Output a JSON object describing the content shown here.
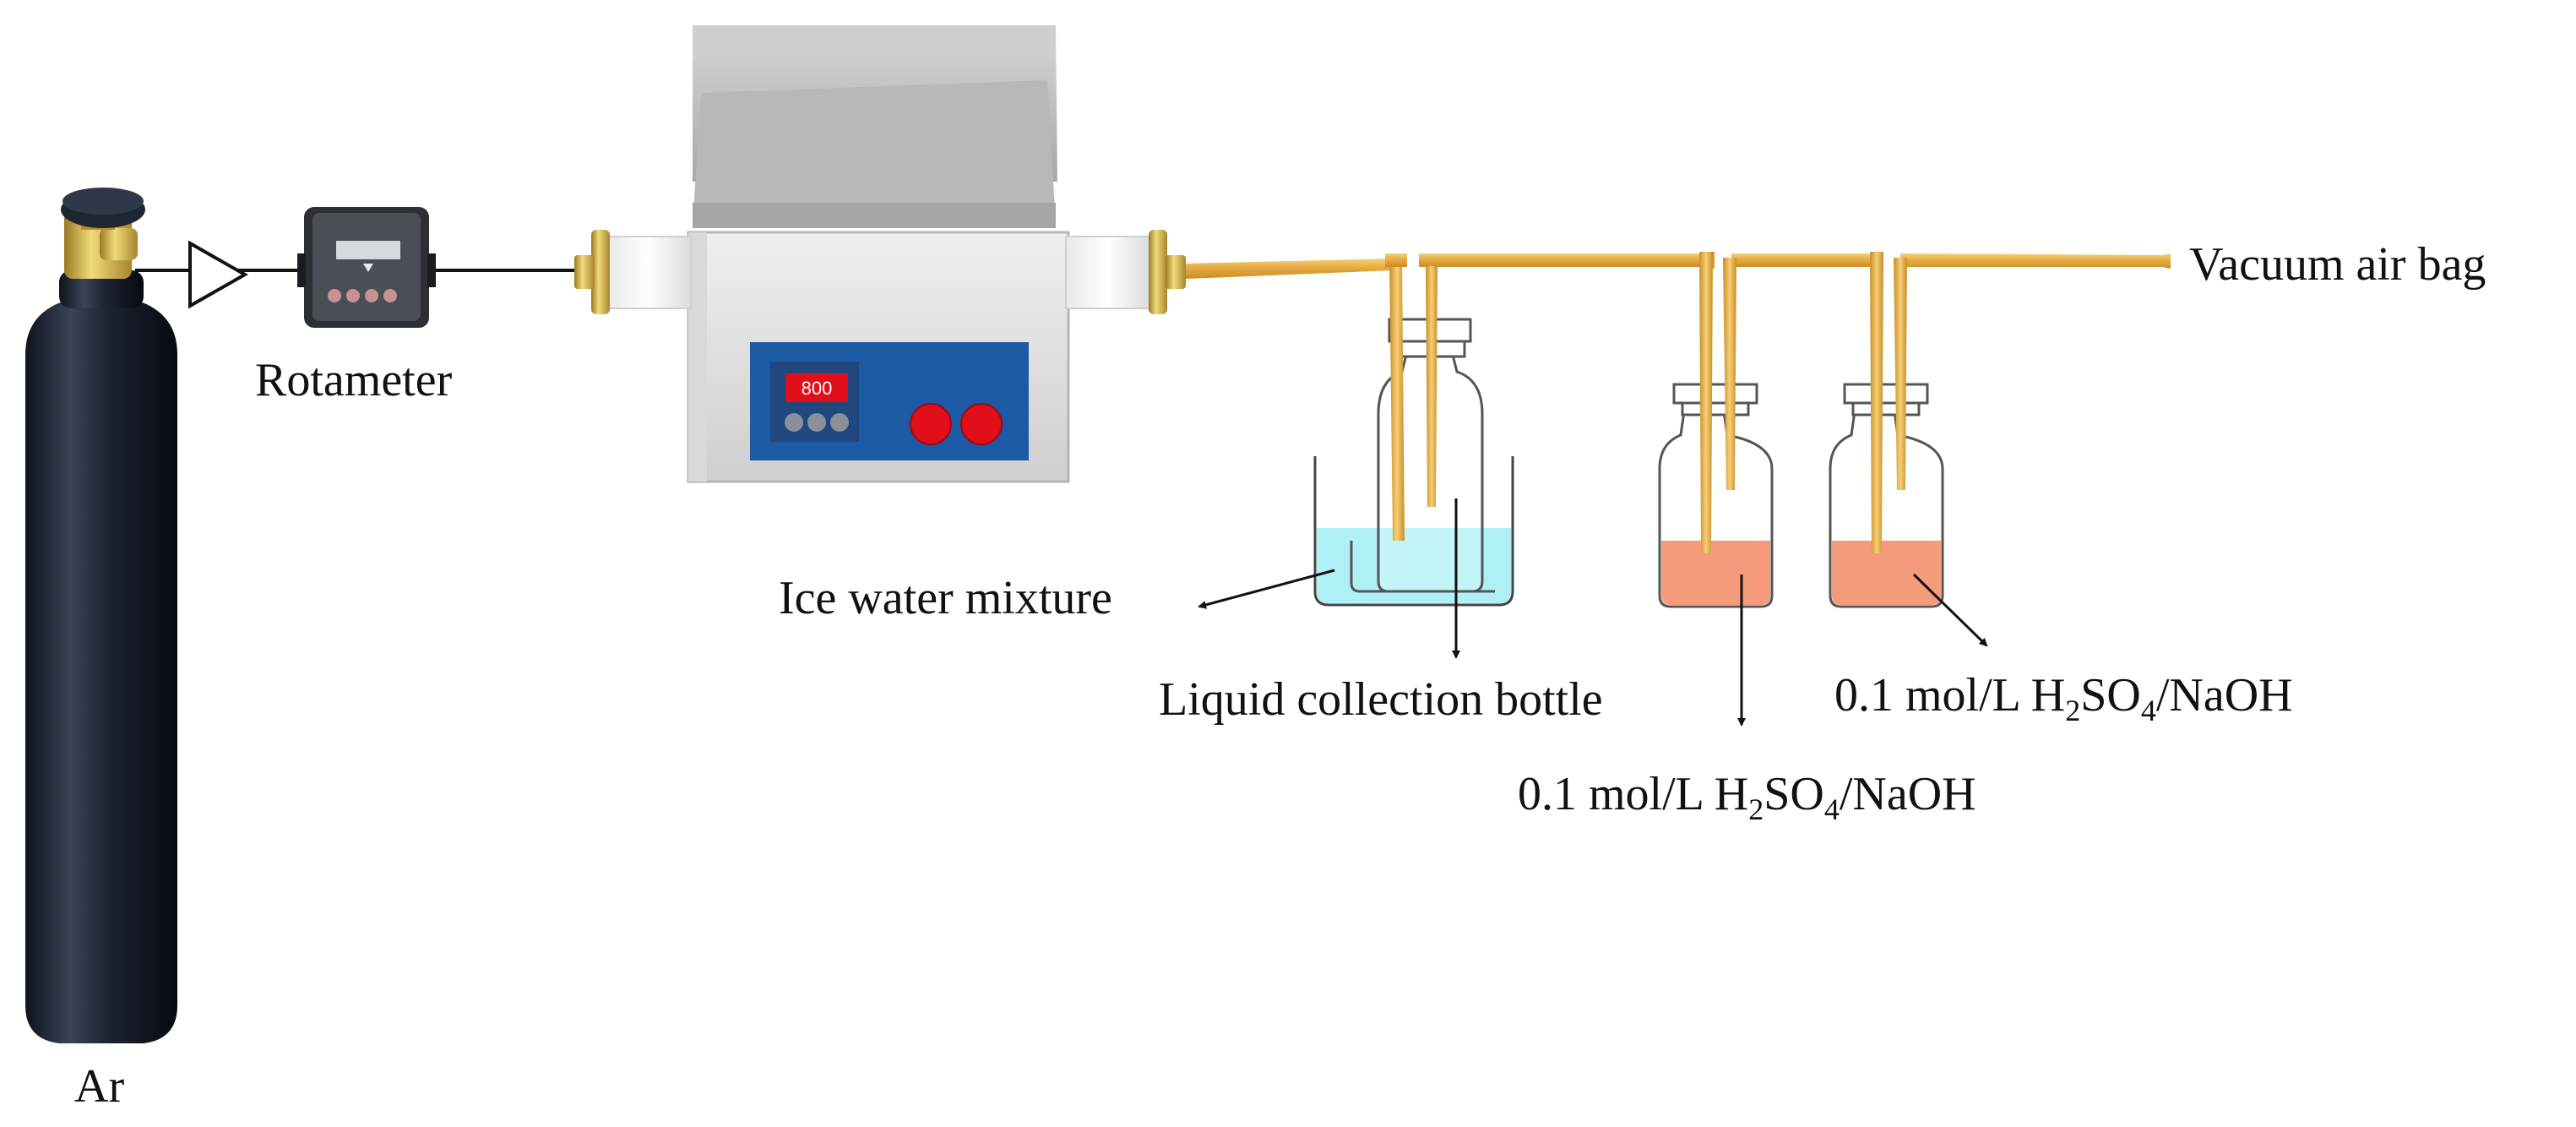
{
  "labels": {
    "ar": "Ar",
    "rotameter": "Rotameter",
    "vacuum_air_bag": "Vacuum air bag",
    "ice_water_mixture": "Ice water mixture",
    "liquid_collection_bottle": "Liquid collection bottle",
    "absorbent": {
      "prefix": "0.1 mol/L H",
      "sub1": "2",
      "mid": "SO",
      "sub2": "4",
      "suffix": "/NaOH"
    }
  },
  "furnace": {
    "temperature_display": "800"
  },
  "colors": {
    "cylinder": "#1b2230",
    "brass": "#d8b94a",
    "tube": "#e7b24c",
    "panel_blue": "#1d5aa6",
    "ice_water": "#aef0f6",
    "absorbent_liquid": "#f69a7c",
    "led_red": "#e00f19"
  }
}
